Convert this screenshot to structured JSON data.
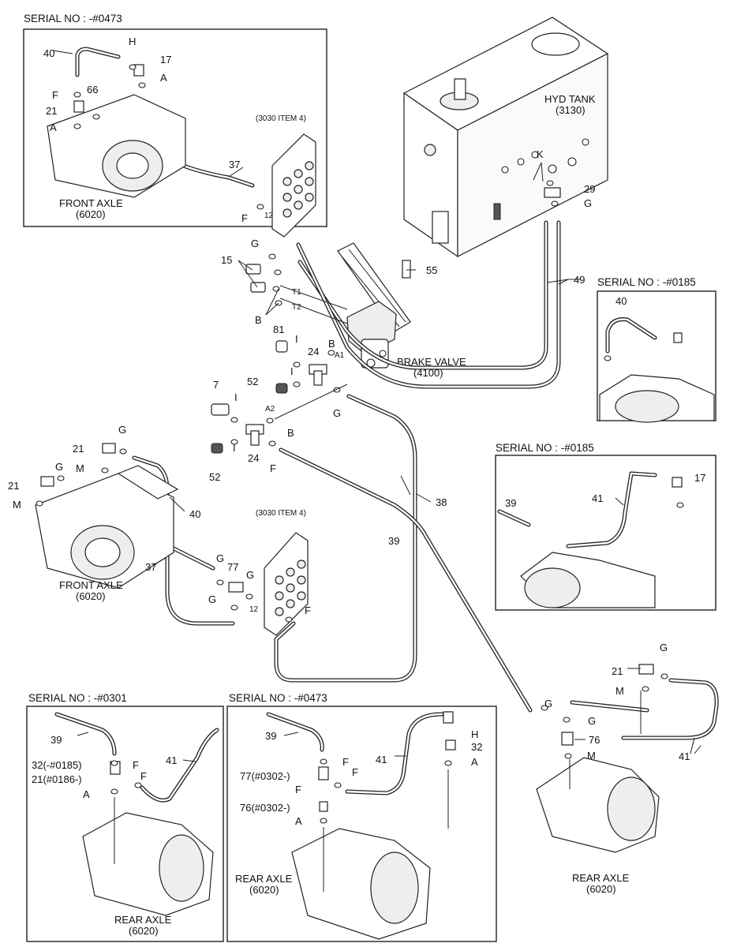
{
  "serials": {
    "top_left": "SERIAL NO : -#0473",
    "right_mid": "SERIAL NO : -#0185",
    "right_mid2": "SERIAL NO : -#0185",
    "bottom_left": "SERIAL NO : -#0301",
    "bottom_mid": "SERIAL NO : -#0473"
  },
  "components": {
    "hyd_tank": "HYD TANK",
    "hyd_tank_code": "(3130)",
    "brake_valve": "BRAKE VALVE",
    "brake_valve_code": "(4100)",
    "front_axle": "FRONT AXLE",
    "front_axle_code": "(6020)",
    "rear_axle": "REAR AXLE",
    "rear_axle_code": "(6020)",
    "item4": "(3030 ITEM 4)",
    "port_t1": "T1",
    "port_t2": "T2",
    "port_a1": "A1",
    "port_a2": "A2",
    "port_12": "12"
  },
  "callouts": {
    "n7": "7",
    "n15": "15",
    "n17": "17",
    "n21": "21",
    "n24": "24",
    "n29": "29",
    "n32": "32",
    "n37": "37",
    "n38": "38",
    "n39": "39",
    "n40": "40",
    "n41": "41",
    "n49": "49",
    "n52": "52",
    "n55": "55",
    "n66": "66",
    "n76": "76",
    "n77": "77",
    "n81": "81",
    "A": "A",
    "B": "B",
    "F": "F",
    "G": "G",
    "H": "H",
    "I": "I",
    "K": "K",
    "M": "M",
    "c32_0185": "32(-#0185)",
    "c21_0186": "21(#0186-)",
    "c77_0302": "77(#0302-)",
    "c76_0302": "76(#0302-)"
  }
}
